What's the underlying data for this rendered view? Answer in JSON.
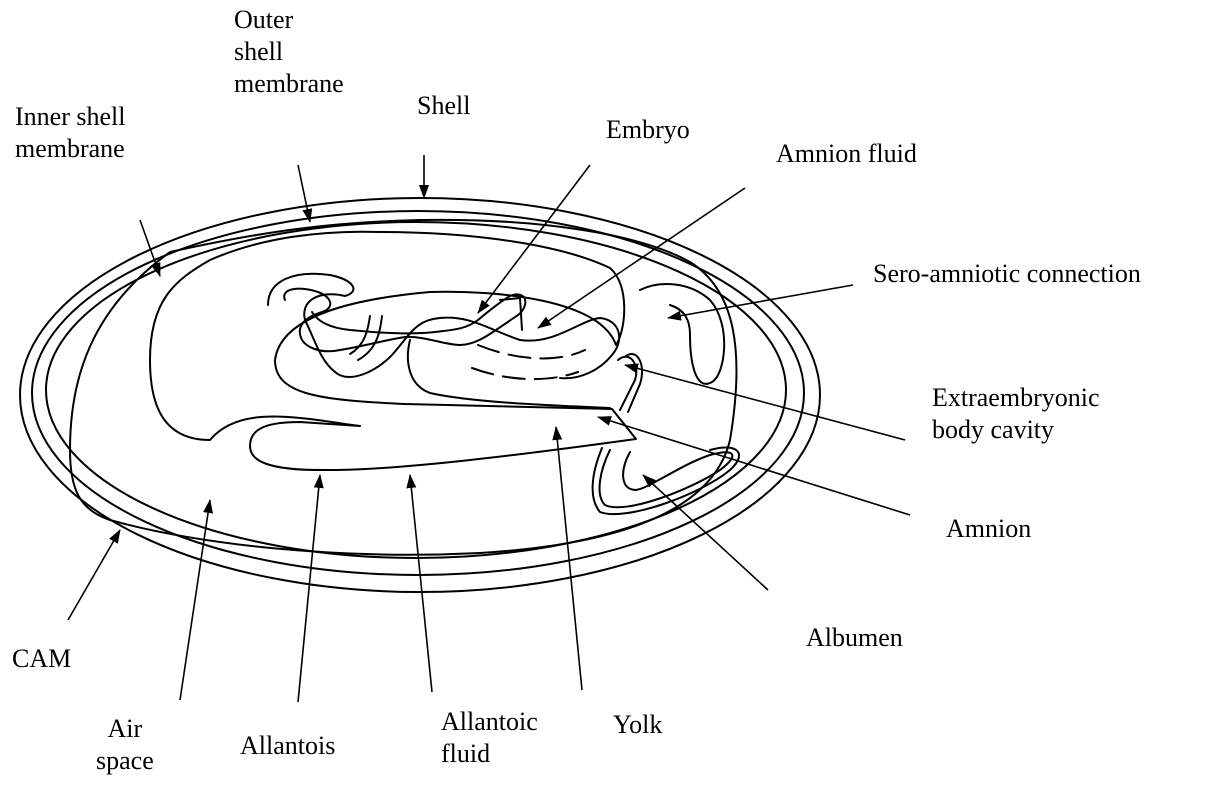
{
  "labels": {
    "outer_shell_membrane": [
      "Outer",
      "shell",
      "membrane"
    ],
    "inner_shell_membrane": [
      "Inner shell",
      "membrane"
    ],
    "shell": "Shell",
    "embryo": "Embryo",
    "amnion_fluid": "Amnion fluid",
    "sero_amniotic_connection": "Sero-amniotic connection",
    "extraembryonic_body_cavity": [
      "Extraembryonic",
      "body cavity"
    ],
    "amnion": "Amnion",
    "albumen": "Albumen",
    "cam": "CAM",
    "air_space": [
      "Air",
      "space"
    ],
    "allantois": "Allantois",
    "allantoic_fluid": [
      "Allantoic",
      "fluid"
    ],
    "yolk": "Yolk"
  }
}
